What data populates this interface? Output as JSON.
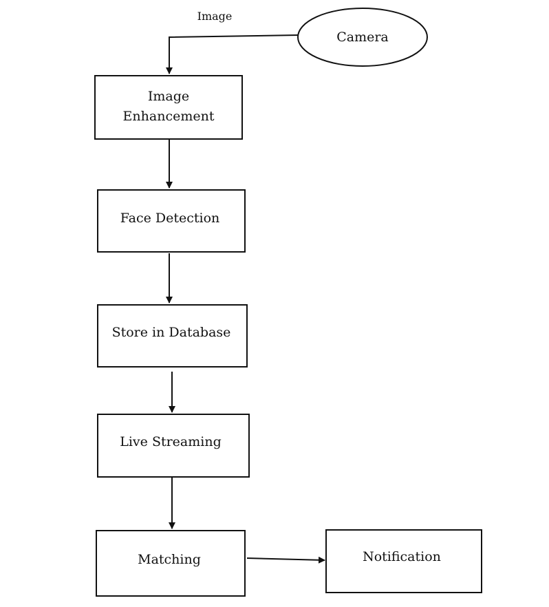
{
  "diagram": {
    "nodes": {
      "camera": {
        "label": "Camera"
      },
      "image_enhancement": {
        "label_line1": "Image",
        "label_line2": "Enhancement"
      },
      "face_detection": {
        "label": "Face Detection"
      },
      "store_in_database": {
        "label": "Store in Database"
      },
      "live_streaming": {
        "label": "Live Streaming"
      },
      "matching": {
        "label": "Matching"
      },
      "notification": {
        "label": "Notification"
      }
    },
    "edges": {
      "camera_to_enhancement": {
        "label": "Image"
      }
    },
    "colors": {
      "stroke": "#111111",
      "background": "#ffffff"
    }
  }
}
